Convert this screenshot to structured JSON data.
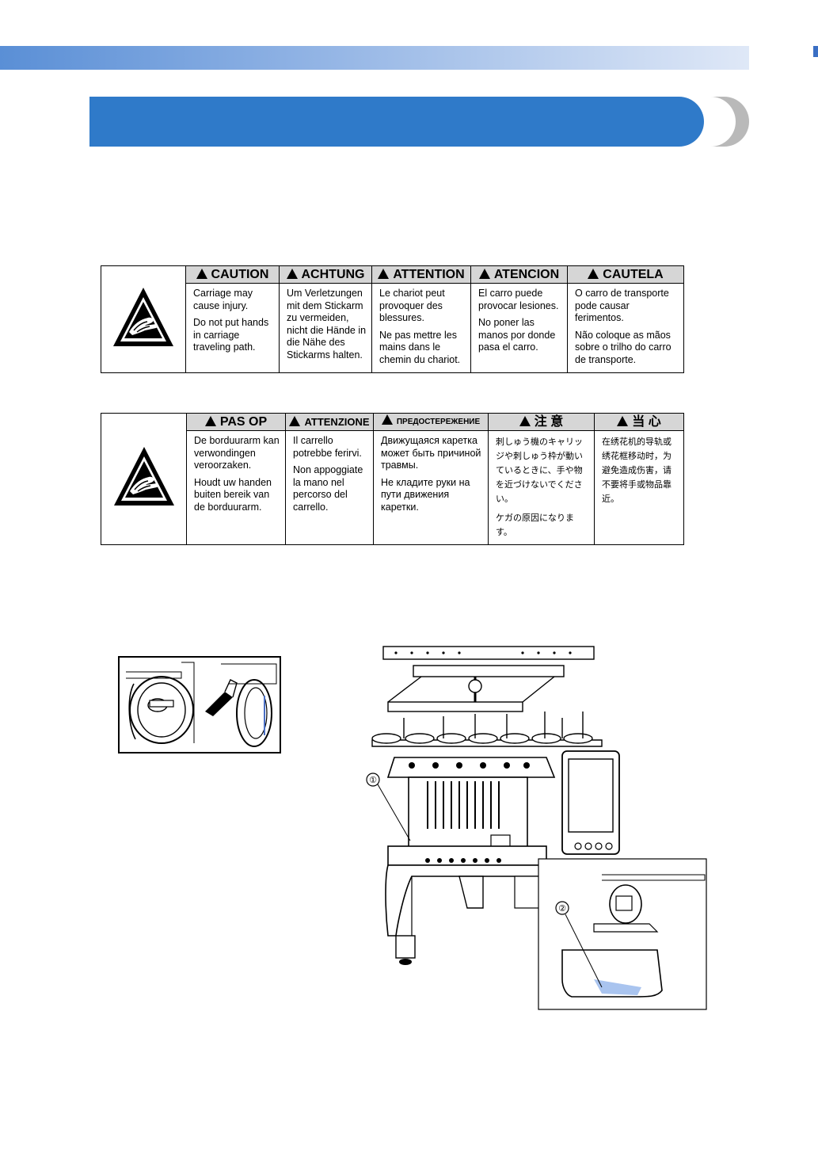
{
  "caution_table_1": {
    "headers": [
      "CAUTION",
      "ACHTUNG",
      "ATTENTION",
      "ATENCION",
      "CAUTELA"
    ],
    "cells": [
      [
        "Carriage may cause injury.",
        "Do not put hands in carriage traveling path."
      ],
      [
        "Um Verletzungen mit dem Stickarm zu vermeiden, nicht die Hände in die Nähe des Stickarms halten."
      ],
      [
        "Le chariot peut provoquer des blessures.",
        "Ne pas mettre les mains dans le chemin du chariot."
      ],
      [
        "El carro puede provocar lesiones.",
        "No poner las manos por donde pasa el carro."
      ],
      [
        "O carro de transporte pode causar ferimentos.",
        "Não coloque as mãos sobre o trilho do carro de transporte."
      ]
    ]
  },
  "caution_table_2": {
    "headers": [
      "PAS OP",
      "ATTENZIONE",
      "ПРЕДОСТЕРЕЖЕНИЕ",
      "注 意",
      "当 心"
    ],
    "cells": [
      [
        "De borduurarm kan verwondingen veroorzaken.",
        "Houdt uw handen buiten bereik van de borduurarm."
      ],
      [
        "Il carrello potrebbe ferirvi.",
        "Non appoggiate la mano nel percorso del carrello."
      ],
      [
        "Движущаяся каретка может быть причиной травмы.",
        "Не кладите руки на пути движения каретки."
      ],
      [
        "刺しゅう機のキャリッジや刺しゅう枠が動いているときに、手や物を近づけないでください。",
        "ケガの原因になります。"
      ],
      [
        "在绣花机的导轨或绣花框移动时，为避免造成伤害，请不要将手或物品靠近。"
      ]
    ]
  },
  "callouts": {
    "one": "①",
    "two": "②"
  }
}
